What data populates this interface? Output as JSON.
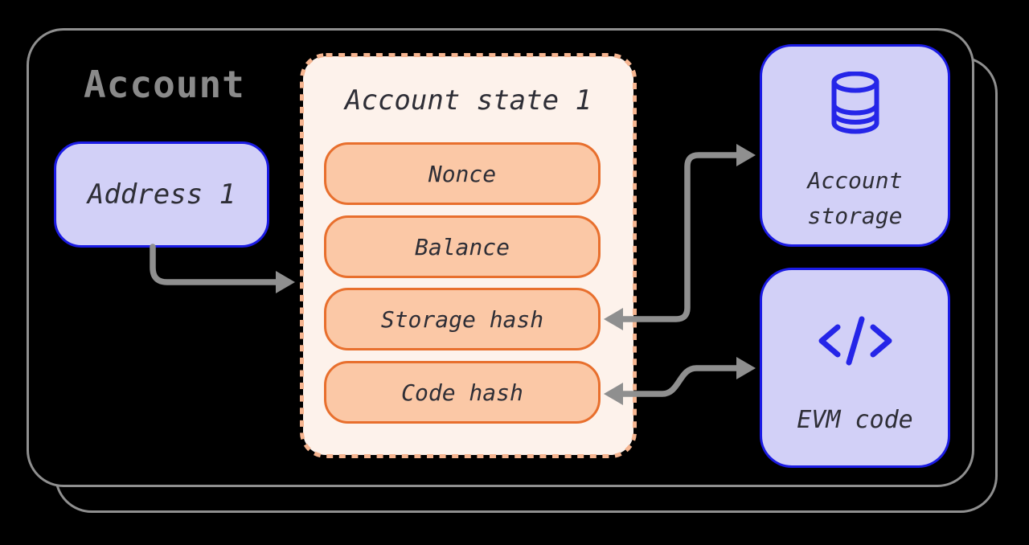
{
  "diagram": {
    "outer_label": "Account",
    "address_box": {
      "label": "Address 1"
    },
    "account_state": {
      "title": "Account state 1",
      "fields": [
        "Nonce",
        "Balance",
        "Storage hash",
        "Code hash"
      ]
    },
    "storage_box": {
      "label": "Account\nstorage",
      "icon": "database-icon"
    },
    "evm_box": {
      "label": "EVM code",
      "icon": "code-icon"
    },
    "connections": [
      {
        "from": "Address 1",
        "to": "Account state 1",
        "type": "arrow"
      },
      {
        "from": "Storage hash",
        "to": "Account storage",
        "type": "double-arrow"
      },
      {
        "from": "Code hash",
        "to": "EVM code",
        "type": "double-arrow"
      }
    ]
  },
  "colors": {
    "background": "#000000",
    "card-border": "#8f8f8f",
    "heading-gray": "#8a8a8a",
    "lavender-fill": "#d2d0f7",
    "blue-border": "#1b1be4",
    "icon-blue": "#2525e8",
    "state-fill": "#fdf2eb",
    "state-dash": "#f5b48f",
    "pill-fill": "#fbc8a6",
    "pill-border": "#e86f2d",
    "text-dark": "#2e2e36",
    "arrow": "#8f8f8f"
  }
}
